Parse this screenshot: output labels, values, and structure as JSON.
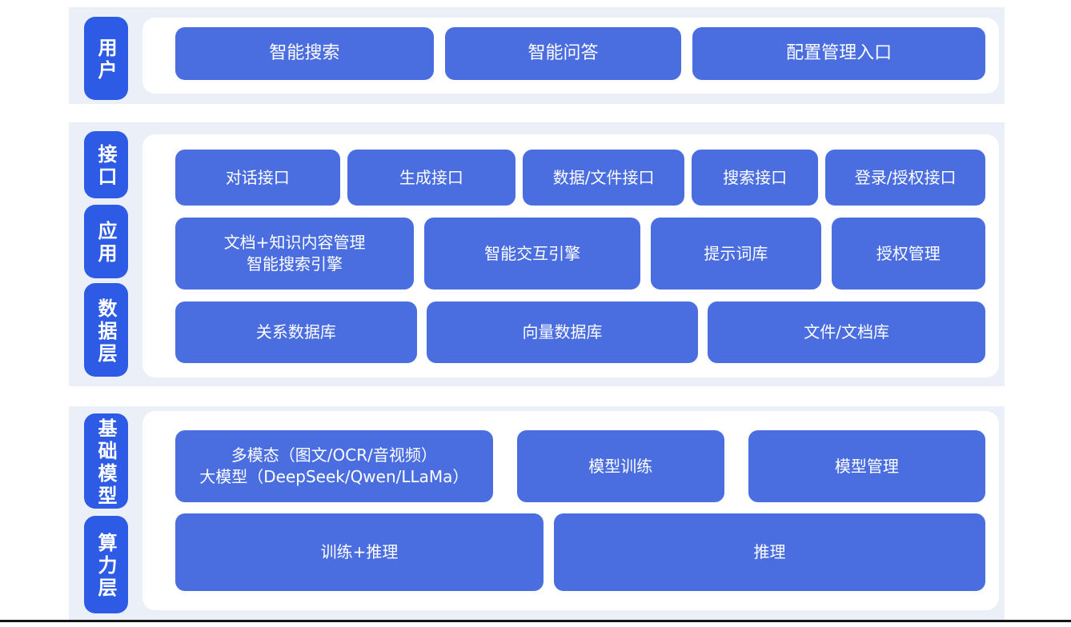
{
  "theme": {
    "page_bg": "#ffffff",
    "band_bg": "#eaeff8",
    "chip_bg": "#2e5be6",
    "block_bg": "#4a6ee0",
    "text_color": "#ffffff",
    "bottom_line": "#141414"
  },
  "bands": [
    {
      "labels": [
        {
          "text": "用户"
        }
      ],
      "rows": [
        {
          "buttons": [
            {
              "text": "智能搜索"
            },
            {
              "text": "智能问答"
            },
            {
              "text": "配置管理入口"
            }
          ]
        }
      ]
    },
    {
      "labels": [
        {
          "text": "接口"
        },
        {
          "text": "应用"
        },
        {
          "text": "数据层"
        }
      ],
      "rows": [
        {
          "buttons": [
            {
              "text": "对话接口"
            },
            {
              "text": "生成接口"
            },
            {
              "text": "数据/文件接口"
            },
            {
              "text": "搜索接口"
            },
            {
              "text": "登录/授权接口"
            }
          ]
        },
        {
          "buttons": [
            {
              "text": "文档+知识内容管理\n智能搜索引擎"
            },
            {
              "text": "智能交互引擎"
            },
            {
              "text": "提示词库"
            },
            {
              "text": "授权管理"
            }
          ]
        },
        {
          "buttons": [
            {
              "text": "关系数据库"
            },
            {
              "text": "向量数据库"
            },
            {
              "text": "文件/文档库"
            }
          ]
        }
      ]
    },
    {
      "labels": [
        {
          "text": "基础模型"
        },
        {
          "text": "算力层"
        }
      ],
      "rows": [
        {
          "buttons": [
            {
              "text": "多模态（图文/OCR/音视频）\n大模型（DeepSeek/Qwen/LLaMa）"
            },
            {
              "text": "模型训练"
            },
            {
              "text": "模型管理"
            }
          ]
        },
        {
          "buttons": [
            {
              "text": "训练+推理"
            },
            {
              "text": "推理"
            }
          ]
        }
      ]
    }
  ]
}
